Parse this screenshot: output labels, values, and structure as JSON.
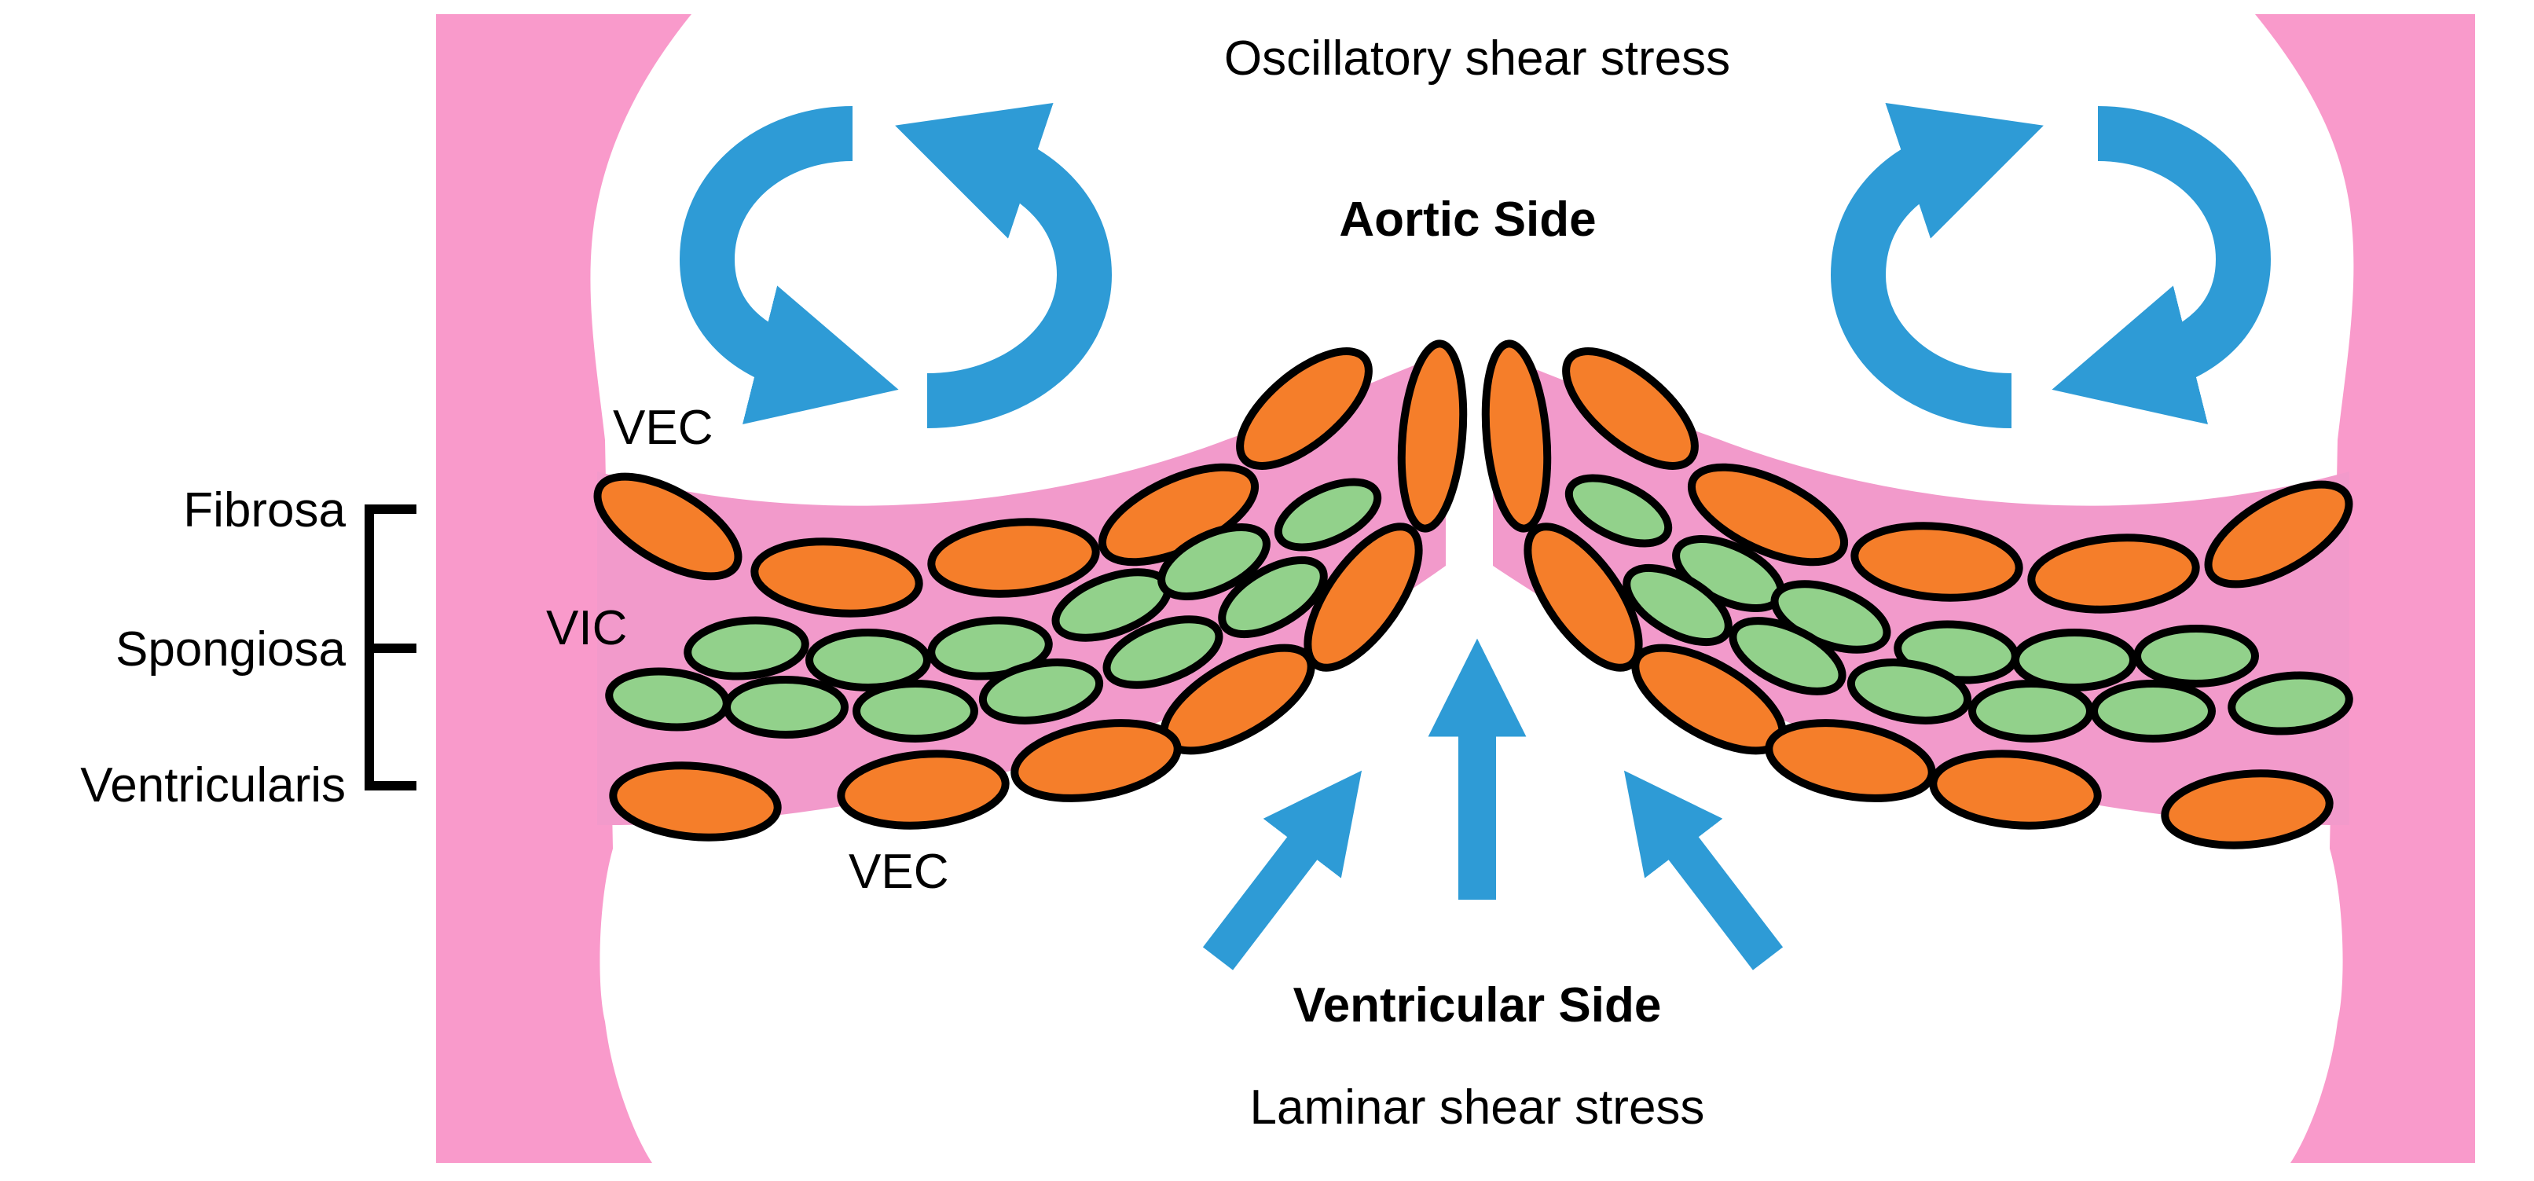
{
  "labels": {
    "top_stress": "Oscillatory shear stress",
    "aortic_side": "Aortic Side",
    "ventricular_side": "Ventricular Side",
    "bottom_stress": "Laminar shear stress",
    "vec_top": "VEC",
    "vec_bottom": "VEC",
    "vic": "VIC"
  },
  "layers": {
    "fibrosa": "Fibrosa",
    "spongiosa": "Spongiosa",
    "ventricularis": "Ventricularis"
  },
  "colors": {
    "vessel_wall": "#F99ACB",
    "leaflet_matrix": "#F29ACB",
    "vec_cell": "#F57E2A",
    "vic_cell": "#92D18B",
    "cell_outline": "#000000",
    "arrow_light": "#2E9BD6",
    "arrow_dark": "#1A75A8"
  },
  "icons": {
    "circular_flow": "circular-flow-arrows-icon",
    "straight_flow": "upward-flow-arrow-icon"
  }
}
